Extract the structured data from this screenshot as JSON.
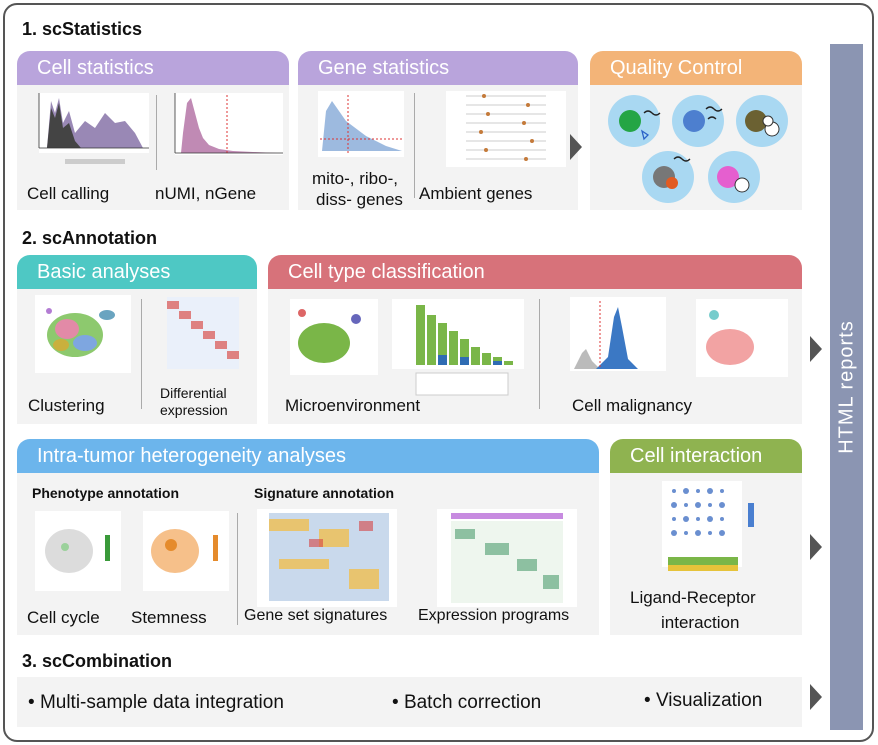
{
  "sections": {
    "s1": "1. scStatistics",
    "s2": "2. scAnnotation",
    "s3": "3. scCombination"
  },
  "tabs": {
    "cell_stats": "Cell statistics",
    "gene_stats": "Gene statistics",
    "qc": "Quality Control",
    "basic": "Basic analyses",
    "celltype": "Cell type classification",
    "ith": "Intra-tumor heterogeneity analyses",
    "interaction": "Cell interaction"
  },
  "labels": {
    "cell_calling": "Cell calling",
    "numi": "nUMI, nGene",
    "mito1": "mito-, ribo-,",
    "mito2": "diss- genes",
    "ambient": "Ambient genes",
    "clustering": "Clustering",
    "diff1": "Differential",
    "diff2": "expression",
    "micro": "Microenvironment",
    "malig": "Cell malignancy",
    "pheno": "Phenotype annotation",
    "sig": "Signature annotation",
    "cellcycle": "Cell cycle",
    "stemness": "Stemness",
    "geneset": "Gene set signatures",
    "exprprog": "Expression programs",
    "lr1": "Ligand-Receptor",
    "lr2": "interaction"
  },
  "combination": [
    "Multi-sample data integration",
    "Batch correction",
    "Visualization"
  ],
  "sidebar": "HTML reports",
  "colors": {
    "cell_stats": "#b9a4dc",
    "gene_stats": "#b9a4dc",
    "qc": "#f3b478",
    "basic": "#4ec8c4",
    "celltype": "#d7727a",
    "ith": "#6cb5ec",
    "interaction": "#8fb350",
    "sidebar": "#8b95b2"
  }
}
